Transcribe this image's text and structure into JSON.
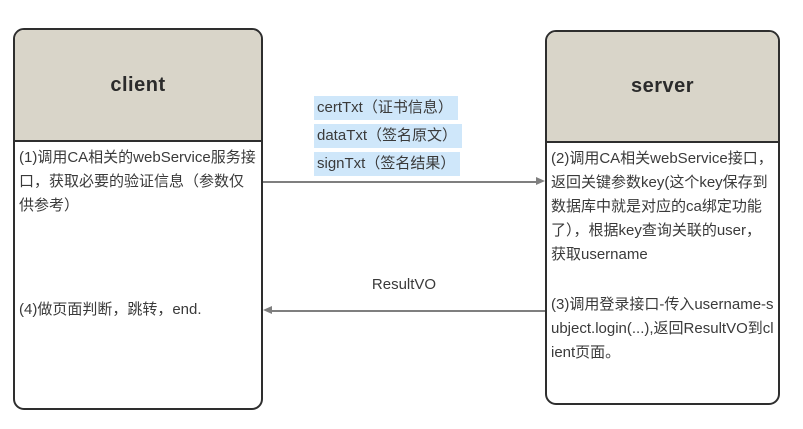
{
  "diagram": {
    "client": {
      "title": "client",
      "step1": "(1)调用CA相关的webService服务接口，获取必要的验证信息（参数仅供参考）",
      "step4": "(4)做页面判断，跳转，end."
    },
    "server": {
      "title": "server",
      "step2": "(2)调用CA相关webService接口，返回关键参数key(这个key保存到数据库中就是对应的ca绑定功能了），根据key查询关联的user，获取username",
      "step3": "(3)调用登录接口-传入username-subject.login(...),返回ResultVO到client页面。"
    },
    "request_arrow": {
      "direction": "right",
      "labels": [
        "certTxt（证书信息）",
        "dataTxt（签名原文）",
        "signTxt（签名结果）"
      ]
    },
    "response_arrow": {
      "direction": "left",
      "label": "ResultVO"
    },
    "colors": {
      "header_fill": "#d9d5c9",
      "box_border": "#2e2e2e",
      "label_highlight": "#cfe7fa",
      "arrow": "#7f7f7f",
      "text": "#3a3a3a"
    }
  }
}
